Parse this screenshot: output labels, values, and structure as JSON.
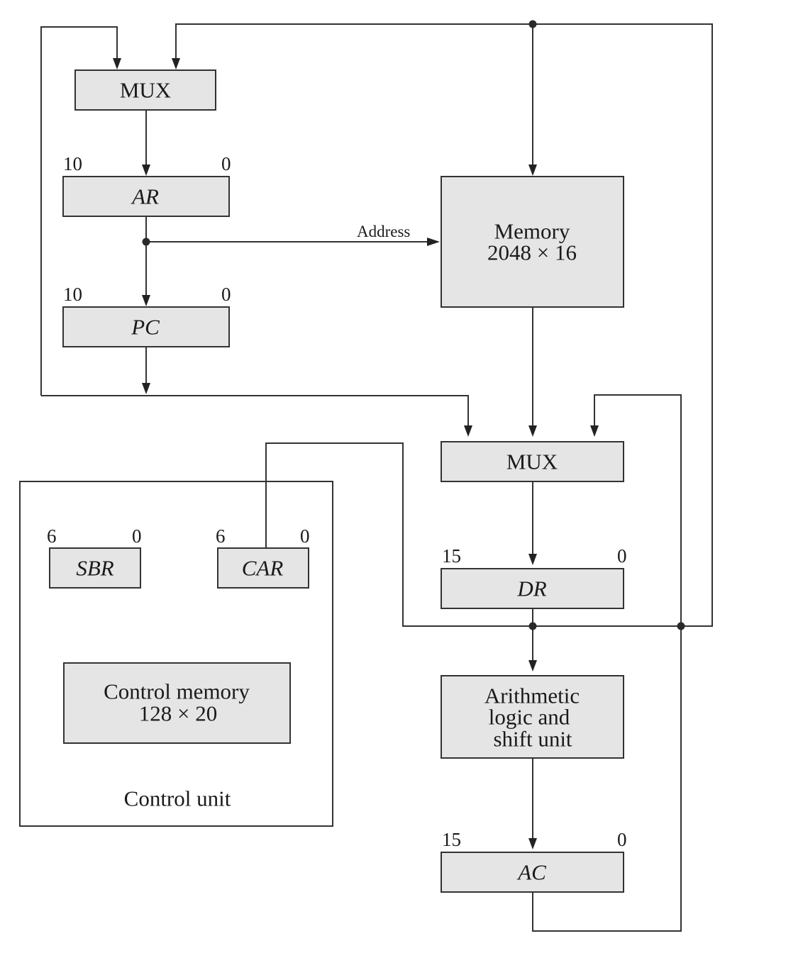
{
  "diagram": {
    "type": "computer-hardware-block-diagram",
    "colors": {
      "box_fill": "#e5e5e5",
      "line": "#333333",
      "background": "#ffffff"
    },
    "blocks": {
      "mux_top": {
        "label": "MUX"
      },
      "ar": {
        "label": "AR",
        "bit_high": "10",
        "bit_low": "0"
      },
      "pc": {
        "label": "PC",
        "bit_high": "10",
        "bit_low": "0"
      },
      "memory": {
        "line1": "Memory",
        "line2": "2048 × 16"
      },
      "mux_mid": {
        "label": "MUX"
      },
      "dr": {
        "label": "DR",
        "bit_high": "15",
        "bit_low": "0"
      },
      "alu": {
        "line1": "Arithmetic",
        "line2": "logic and",
        "line3": "shift unit"
      },
      "ac": {
        "label": "AC",
        "bit_high": "15",
        "bit_low": "0"
      },
      "control_unit": {
        "label": "Control unit",
        "sbr": {
          "label": "SBR",
          "bit_high": "6",
          "bit_low": "0"
        },
        "car": {
          "label": "CAR",
          "bit_high": "6",
          "bit_low": "0"
        },
        "control_memory": {
          "line1": "Control memory",
          "line2": "128 × 20"
        }
      }
    },
    "signals": {
      "address": "Address"
    },
    "connections": [
      {
        "from": "mux_top",
        "to": "ar"
      },
      {
        "from": "ar",
        "to": "pc"
      },
      {
        "from": "ar",
        "to": "memory",
        "label": "Address"
      },
      {
        "from": "pc",
        "to": "mux_top"
      },
      {
        "from": "pc",
        "to": "mux_mid"
      },
      {
        "from": "memory",
        "to": "mux_mid"
      },
      {
        "from": "ac",
        "to": "mux_mid"
      },
      {
        "from": "mux_mid",
        "to": "dr"
      },
      {
        "from": "dr",
        "to": "alu"
      },
      {
        "from": "dr",
        "to": "car"
      },
      {
        "from": "dr",
        "to": "mux_top"
      },
      {
        "from": "dr",
        "to": "memory"
      },
      {
        "from": "alu",
        "to": "ac"
      }
    ]
  }
}
